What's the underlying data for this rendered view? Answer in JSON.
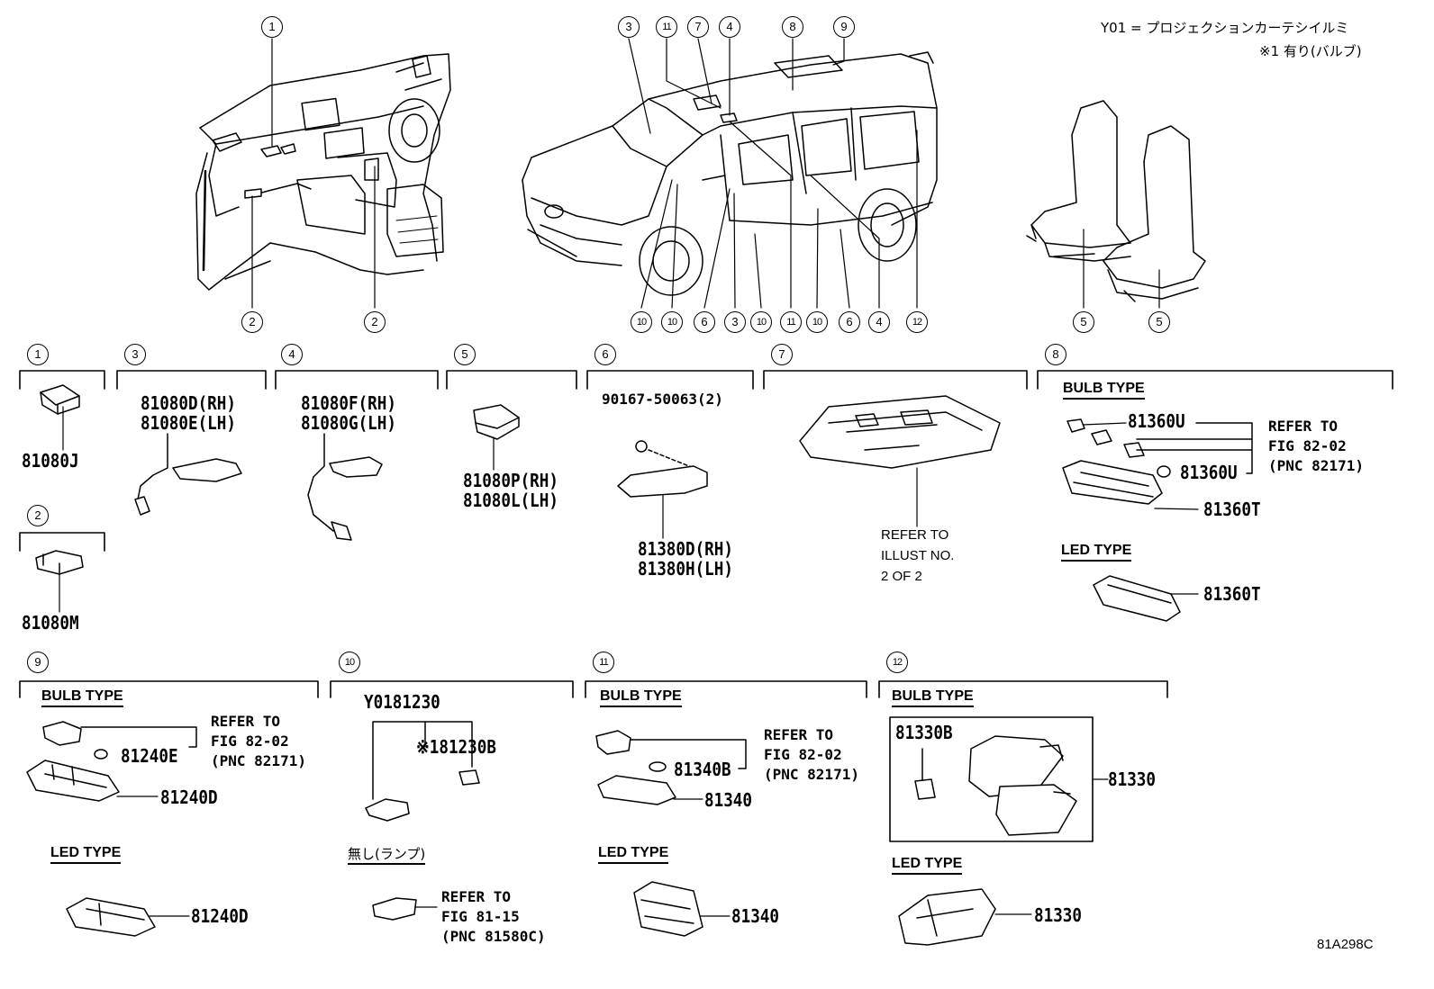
{
  "header": {
    "y01_note": "Y01 = プロジェクションカーテシイルミ",
    "note1": "※1 有り(バルブ)"
  },
  "callouts": {
    "c1": "1",
    "c2": "2",
    "c3": "3",
    "c4": "4",
    "c5": "5",
    "c6": "6",
    "c7": "7",
    "c8": "8",
    "c9": "9",
    "c10": "10",
    "c11": "11",
    "c12": "12"
  },
  "parts": {
    "p1": "81080J",
    "p2": "81080M",
    "p3a": "81080D(RH)",
    "p3b": "81080E(LH)",
    "p4a": "81080F(RH)",
    "p4b": "81080G(LH)",
    "p5a": "81080P(RH)",
    "p5b": "81080L(LH)",
    "p6_screw": "90167-50063(2)",
    "p6a": "81380D(RH)",
    "p6b": "81380H(LH)",
    "p7_ref1": "REFER TO",
    "p7_ref2": "ILLUST NO.",
    "p7_ref3": "2 OF 2",
    "p8_bulb_type": "BULB TYPE",
    "p8_bulb1": "81360U",
    "p8_bulb2": "81360U",
    "p8_housing": "81360T",
    "p8_ref1": "REFER TO",
    "p8_ref2": "FIG 82-02",
    "p8_ref3": "(PNC 82171)",
    "p8_led_type": "LED TYPE",
    "p8_led": "81360T",
    "p9_bulb_type": "BULB TYPE",
    "p9_bulb": "81240E",
    "p9_housing": "81240D",
    "p9_ref1": "REFER TO",
    "p9_ref2": "FIG 82-02",
    "p9_ref3": "(PNC 82171)",
    "p9_led_type": "LED TYPE",
    "p9_led": "81240D",
    "p10_code": "Y0181230",
    "p10_bulb": "※181230B",
    "p10_none": "無し(ランプ)",
    "p10_ref1": "REFER TO",
    "p10_ref2": "FIG 81-15",
    "p10_ref3": "(PNC 81580C)",
    "p11_bulb_type": "BULB TYPE",
    "p11_bulb": "81340B",
    "p11_housing": "81340",
    "p11_ref1": "REFER TO",
    "p11_ref2": "FIG 82-02",
    "p11_ref3": "(PNC 82171)",
    "p11_led_type": "LED TYPE",
    "p11_led": "81340",
    "p12_bulb_type": "BULB TYPE",
    "p12_bulb": "81330B",
    "p12_housing": "81330",
    "p12_led_type": "LED TYPE",
    "p12_led": "81330"
  },
  "footer": {
    "code": "81A298C"
  }
}
